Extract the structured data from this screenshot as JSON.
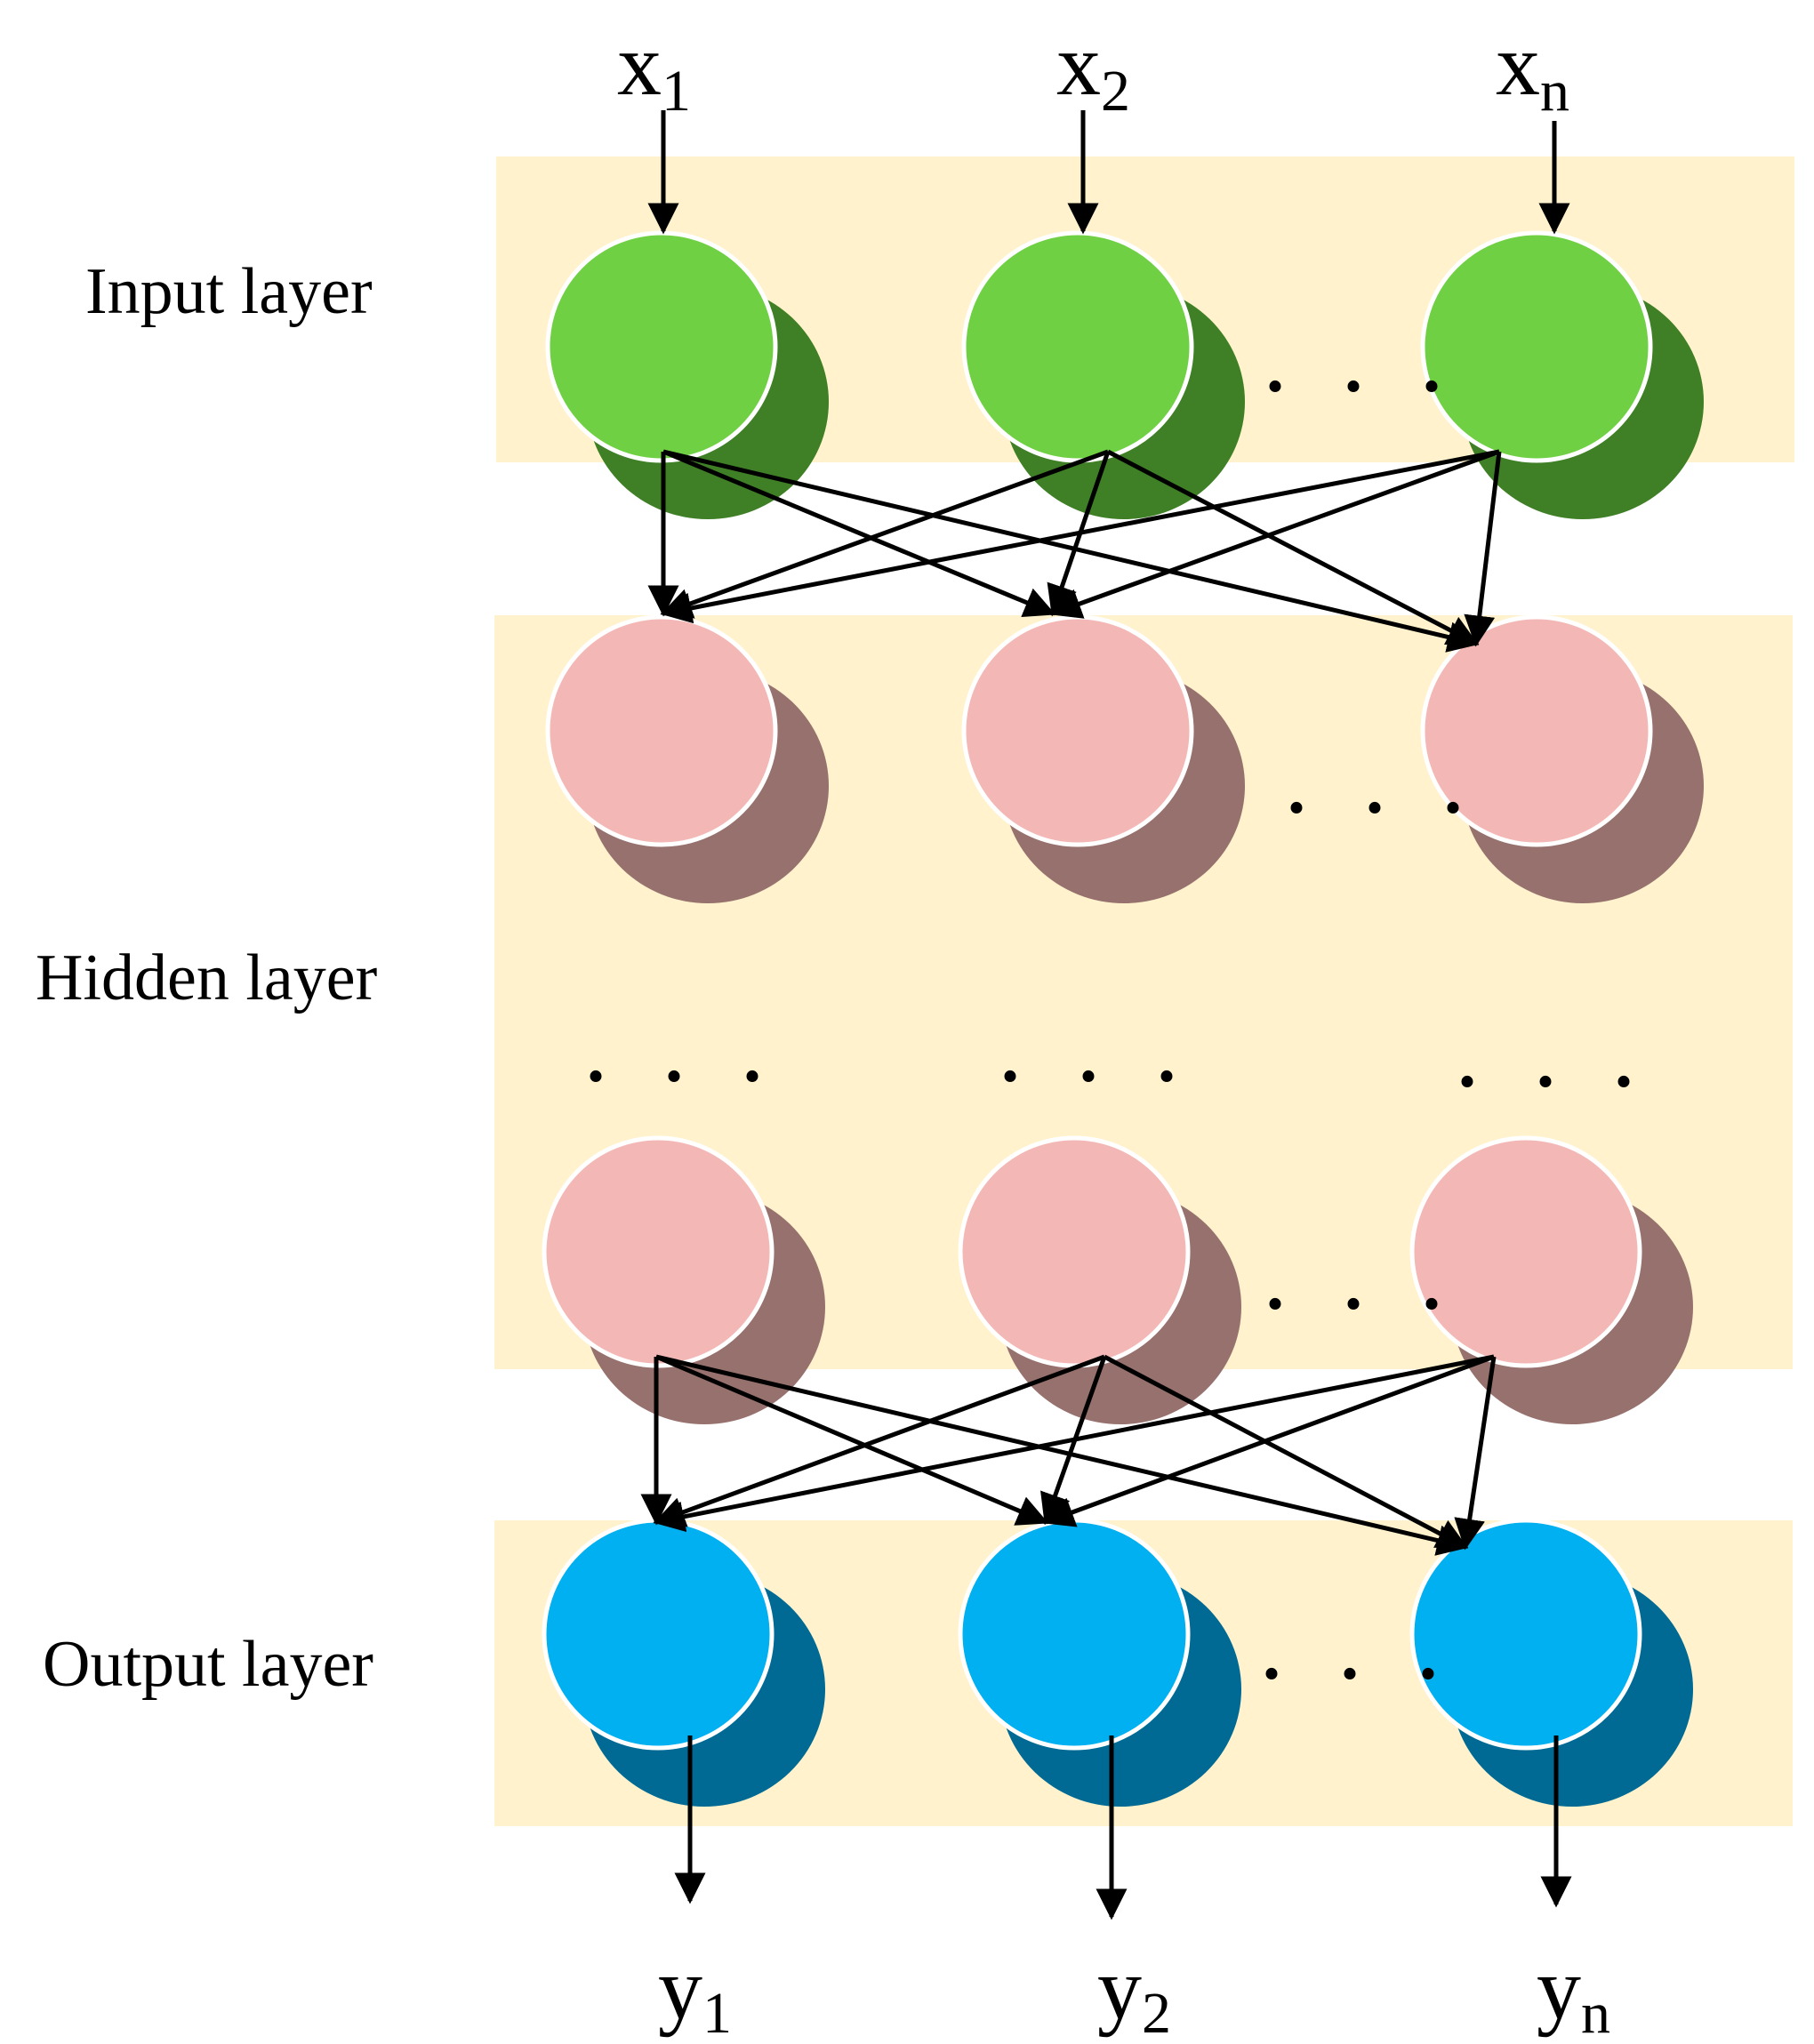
{
  "labels": {
    "input_layer": "Input layer",
    "hidden_layer": "Hidden layer",
    "output_layer": "Output layer"
  },
  "inputs": [
    {
      "base": "x",
      "sub": "1"
    },
    {
      "base": "x",
      "sub": "2"
    },
    {
      "base": "x",
      "sub": "n"
    }
  ],
  "outputs": [
    {
      "base": "y",
      "sub": "1"
    },
    {
      "base": "y",
      "sub": "2"
    },
    {
      "base": "y",
      "sub": "n"
    }
  ],
  "ellipsis": ". . .",
  "colors": {
    "band": "#FFF2CC",
    "input_node": "#70D044",
    "input_shadow": "#3F7F25",
    "hidden_node": "#F3B8B5",
    "hidden_shadow": "#96716D",
    "output_node": "#00B0F0",
    "output_shadow": "#006A94",
    "arrow": "#000000"
  }
}
